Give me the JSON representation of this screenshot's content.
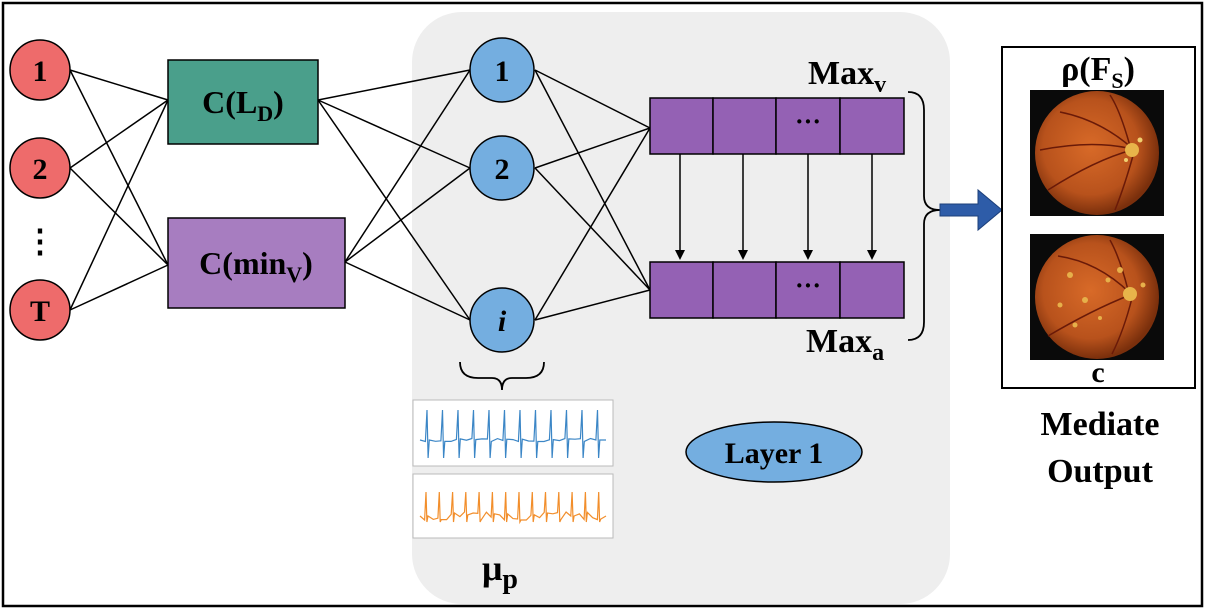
{
  "input_nodes": [
    {
      "label": "1"
    },
    {
      "label": "2"
    },
    {
      "label": "⋮"
    },
    {
      "label": "T"
    }
  ],
  "computations": [
    {
      "main": "C(L",
      "sub": "D",
      "close": ")"
    },
    {
      "main": "C(min",
      "sub": "V",
      "close": ")"
    }
  ],
  "layer_nodes": [
    {
      "label": "1"
    },
    {
      "label": "2"
    },
    {
      "label": "i"
    }
  ],
  "feature_rows": {
    "top_label": {
      "main": "Max",
      "sub": "v"
    },
    "bottom_label": {
      "main": "Max",
      "sub": "a"
    },
    "ellipsis": "···"
  },
  "signal": {
    "main": "μ",
    "sub": "p"
  },
  "layer_label": "Layer 1",
  "output": {
    "top_label": {
      "main": "ρ(F",
      "sub": "S",
      "close": ")"
    },
    "bottom_label": "c",
    "caption_line1": "Mediate",
    "caption_line2": "Output"
  },
  "colors": {
    "input_node": "#ee6b6b",
    "compute_ld": "#4a9f8b",
    "compute_min": "#a77dc0",
    "layer_node": "#74aee0",
    "feature_cell": "#9461b4",
    "layer_panel": "#eeeeee",
    "arrow": "#2e5ca8",
    "signal_blue": "#3b86c6",
    "signal_orange": "#f28e2b",
    "fundus": "#b8521c"
  }
}
